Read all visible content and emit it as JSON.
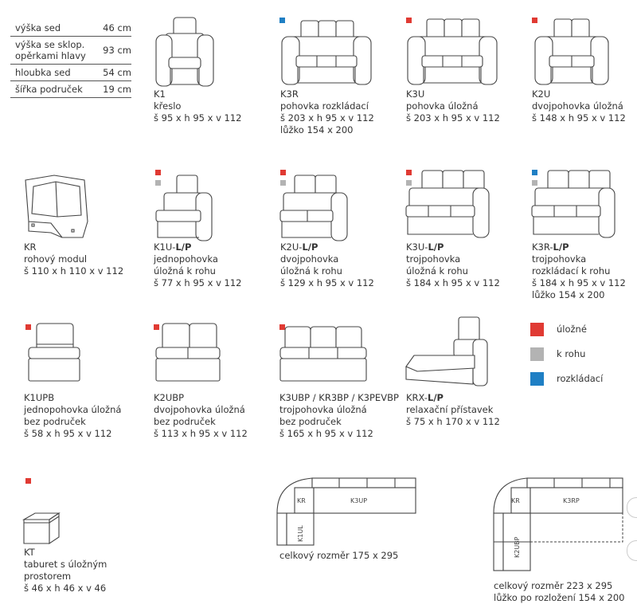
{
  "dimensions_table": [
    {
      "label": "výška sed",
      "value": "46 cm"
    },
    {
      "label": "výška se sklop. opěrkami hlavy",
      "value": "93 cm"
    },
    {
      "label": "hloubka sed",
      "value": "54 cm"
    },
    {
      "label": "šířka područek",
      "value": "19 cm"
    }
  ],
  "colors": {
    "ulozne": "#e03a33",
    "k_rohu": "#b3b3b3",
    "rozkladaci": "#1f7fc4"
  },
  "items": {
    "k1": {
      "code": "K1",
      "name": "křeslo",
      "size": "š 95 x h 95 x v 112"
    },
    "k3r": {
      "code": "K3R",
      "name": "pohovka rozkládací",
      "size": "š 203 x h 95 x v 112",
      "bed": "lůžko 154 x 200"
    },
    "k3u": {
      "code": "K3U",
      "name": "pohovka úložná",
      "size": "š 203 x h 95 x v 112"
    },
    "k2u": {
      "code": "K2U",
      "name": "dvojpohovka úložná",
      "size": "š 148 x h 95 x v 112"
    },
    "kr": {
      "code": "KR",
      "name": "rohový modul",
      "size": "š 110 x h 110 x v 112"
    },
    "k1u": {
      "code": "K1U-",
      "code_bold": "L/P",
      "name": "jednopohovka",
      "name2": "úložná k rohu",
      "size": "š 77 x h 95 x v 112"
    },
    "k2ul": {
      "code": "K2U-",
      "code_bold": "L/P",
      "name": "dvojpohovka",
      "name2": "úložná k rohu",
      "size": "š 129 x h 95 x v 112"
    },
    "k3ul": {
      "code": "K3U-",
      "code_bold": "L/P",
      "name": "trojpohovka",
      "name2": "úložná k rohu",
      "size": "š 184 x h 95 x v 112"
    },
    "k3rl": {
      "code": "K3R-",
      "code_bold": "L/P",
      "name": "trojpohovka",
      "name2": "rozkládací k rohu",
      "size": "š 184 x h 95 x v 112",
      "bed": "lůžko 154 x 200"
    },
    "k1upb": {
      "code": "K1UPB",
      "name": "jednopohovka úložná",
      "name2": "bez područek",
      "size": "š 58 x h 95 x v 112"
    },
    "k2ubp": {
      "code": "K2UBP",
      "name": "dvojpohovka úložná",
      "name2": "bez područek",
      "size": "š 113 x h 95 x v 112"
    },
    "k3ubp": {
      "code": "K3UBP / KR3BP / K3PEVBP",
      "name": "trojpohovka úložná",
      "name2": "bez područek",
      "size": "š 165 x h 95 x v 112"
    },
    "krx": {
      "code": "KRX-",
      "code_bold": "L/P",
      "name": "relaxační přístavek",
      "size": "š 75 x h 170 x v 112"
    },
    "kt": {
      "code": "KT",
      "name": "taburet s úložným",
      "name2": "prostorem",
      "size": "š 46 x h 46 x v 46"
    }
  },
  "legend": [
    {
      "label": "úložné",
      "color": "#e03a33"
    },
    {
      "label": "k rohu",
      "color": "#b3b3b3"
    },
    {
      "label": "rozkládací",
      "color": "#1f7fc4"
    }
  ],
  "plan1": {
    "kr": "KR",
    "k3up": "K3UP",
    "k1ul": "K1UL",
    "caption": "celkový rozměr 175 x 295"
  },
  "plan2": {
    "kr": "KR",
    "k3rp": "K3RP",
    "k2ubp": "K2UBP",
    "caption": "celkový rozměr 223 x 295",
    "caption2": "lůžko po rozložení 154 x 200"
  }
}
